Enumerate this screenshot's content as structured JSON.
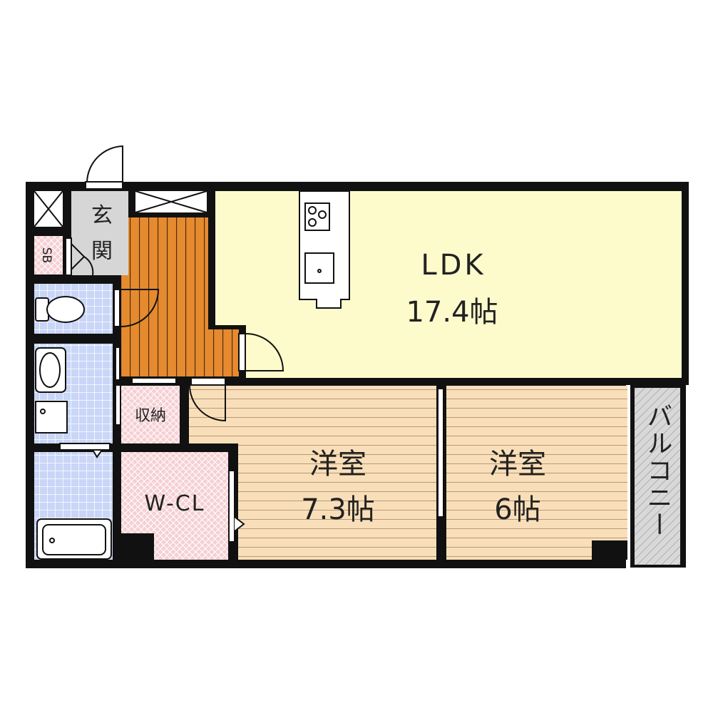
{
  "rooms": {
    "ldk": {
      "name": "LDK",
      "size": "17.4帖"
    },
    "western1": {
      "name": "洋室",
      "size": "7.3帖"
    },
    "western2": {
      "name": "洋室",
      "size": "6帖"
    },
    "entrance": {
      "name_top": "玄",
      "name_bottom": "関"
    },
    "shoebox": {
      "label": "SB"
    },
    "storage": {
      "label": "収納"
    },
    "walkin_closet": {
      "label": "W-CL"
    },
    "balcony": {
      "label": "バルコニー"
    }
  },
  "colors": {
    "wall": "#111111",
    "ldk": "#fdfbcc",
    "hall": "#e58a2e",
    "western": "#f9dfb9",
    "wet_area": "#c9d6f7",
    "storage": "#f6d0d3",
    "entrance": "#d6d6d6",
    "balcony": "#d8d8d8"
  }
}
